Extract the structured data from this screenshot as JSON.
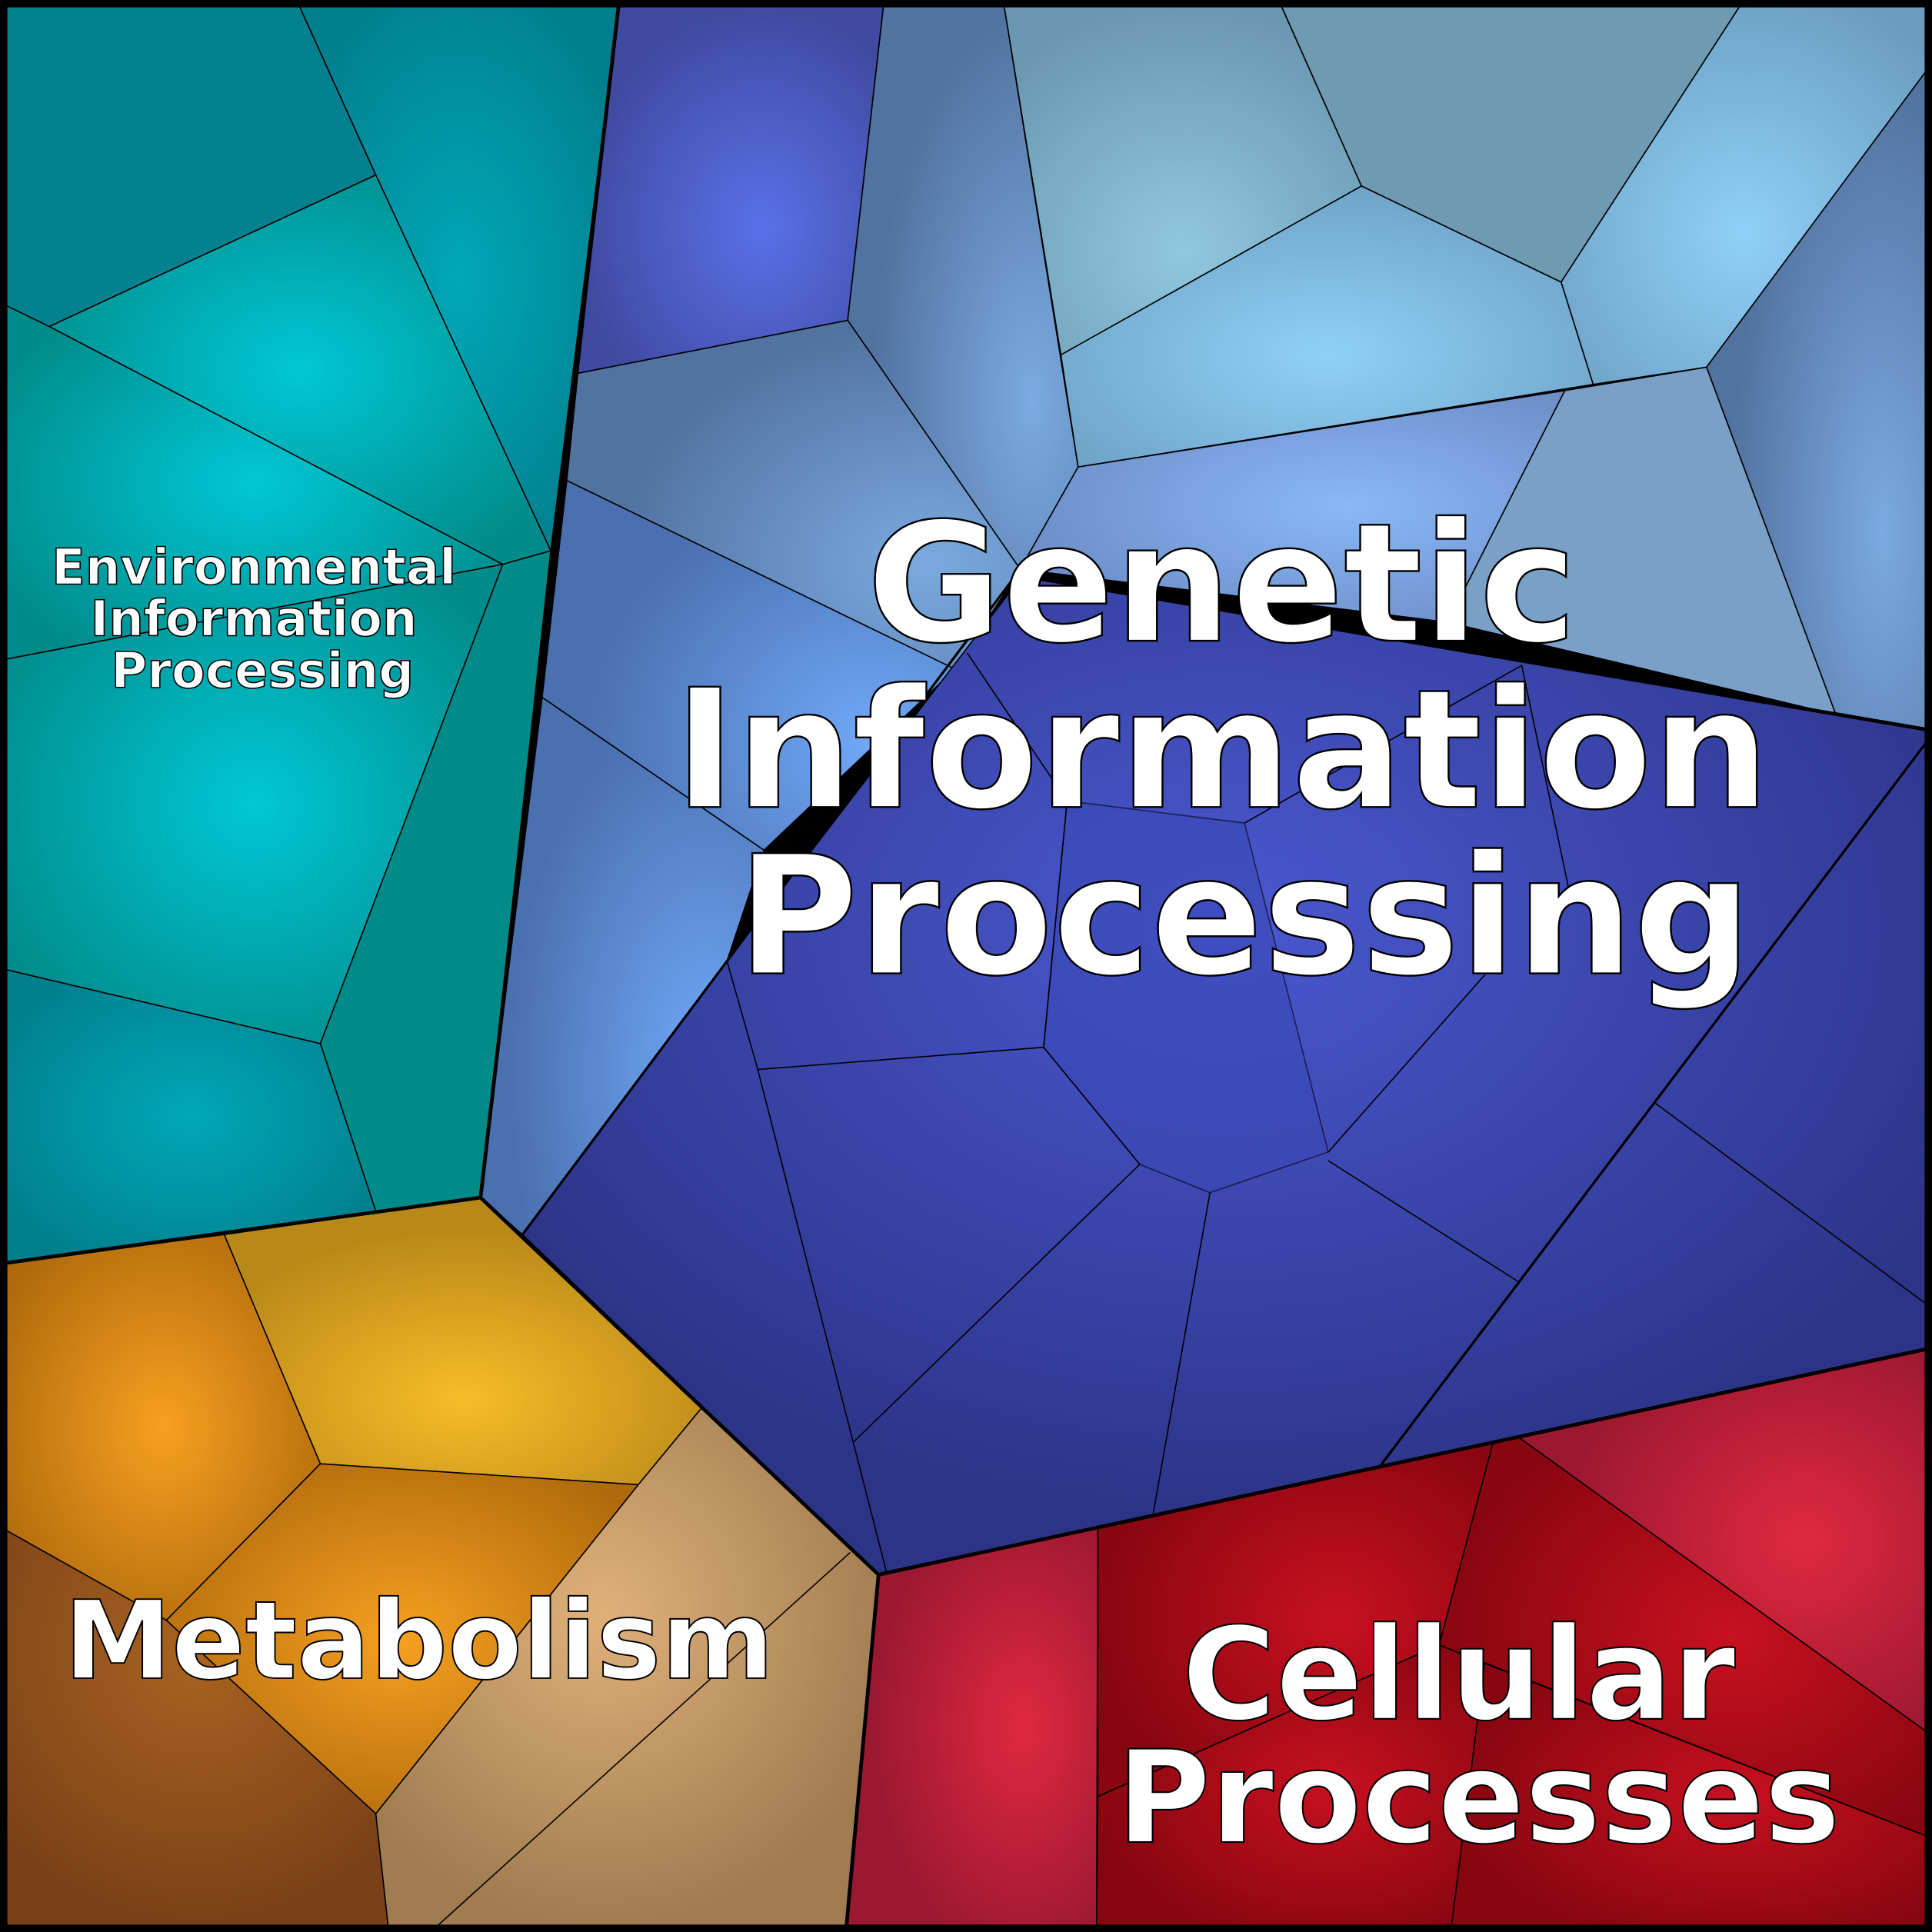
{
  "diagram": {
    "type": "voronoi-treemap",
    "categories": [
      {
        "id": "genetic",
        "lines": [
          "Genetic",
          "Information",
          "Processing"
        ],
        "color": "#2e3a90",
        "highlight": "#4a5ad0"
      },
      {
        "id": "environmental",
        "lines": [
          "Environmental",
          "Information",
          "Processing"
        ],
        "color": "#008a8a",
        "highlight": "#00c8d4"
      },
      {
        "id": "metabolism",
        "lines": [
          "Metabolism"
        ],
        "color": "#b8700e",
        "highlight": "#f5a020"
      },
      {
        "id": "cellular",
        "lines": [
          "Cellular",
          "Processes"
        ],
        "color": "#8a0612",
        "highlight": "#c01020"
      }
    ],
    "border_color": "#000000"
  }
}
